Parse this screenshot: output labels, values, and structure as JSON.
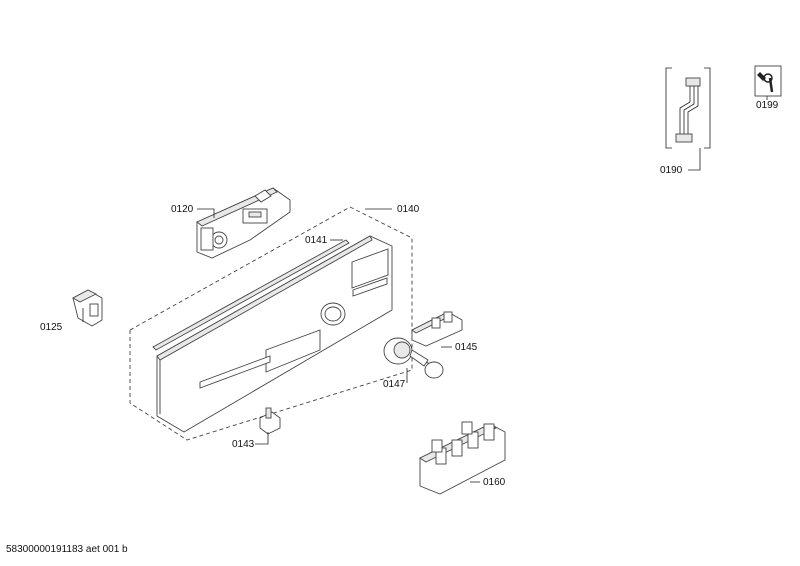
{
  "parts": {
    "p0120": "0120",
    "p0125": "0125",
    "p0140": "0140",
    "p0141": "0141",
    "p0143": "0143",
    "p0145": "0145",
    "p0147": "0147",
    "p0160": "0160",
    "p0190": "0190",
    "p0199": "0199"
  },
  "footer": {
    "doc_id": "58300000191183 aet 001 b"
  }
}
